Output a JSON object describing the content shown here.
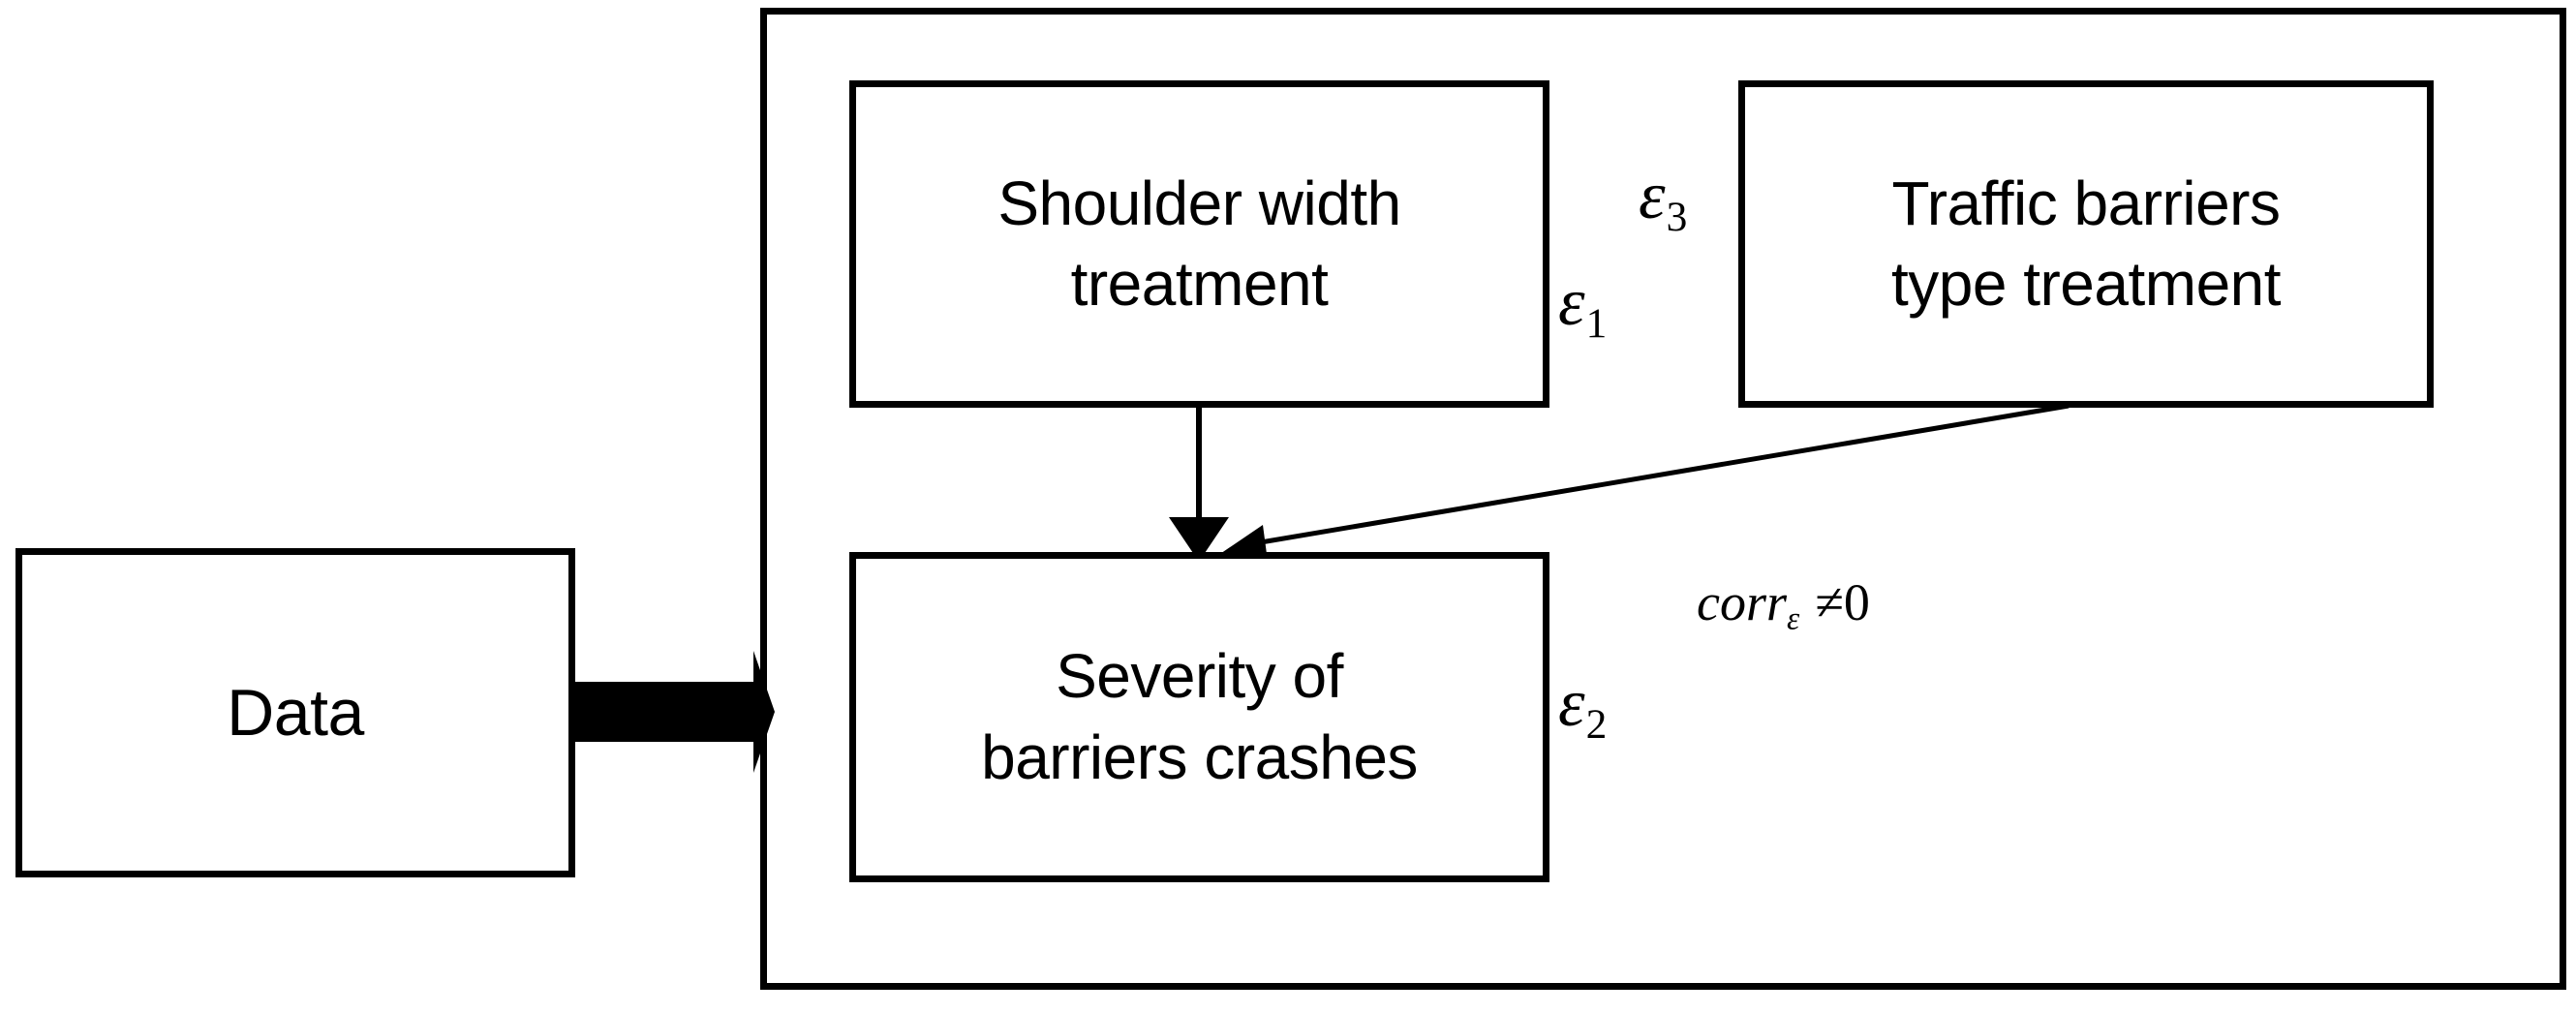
{
  "diagram": {
    "type": "path-diagram",
    "nodes": [
      {
        "id": "data",
        "label": "Data"
      },
      {
        "id": "shoulder",
        "label": "Shoulder width\ntreatment"
      },
      {
        "id": "traffic",
        "label": "Traffic barriers\ntype treatment"
      },
      {
        "id": "severity",
        "label": "Severity of\nbarriers crashes"
      }
    ],
    "error_terms": [
      {
        "id": "eps1",
        "symbol": "ε",
        "subscript": "1",
        "attached_to": "shoulder"
      },
      {
        "id": "eps2",
        "symbol": "ε",
        "subscript": "2",
        "attached_to": "severity"
      },
      {
        "id": "eps3",
        "symbol": "ε",
        "subscript": "3",
        "attached_to": "traffic"
      }
    ],
    "annotation": {
      "expression": "corr",
      "subscript": "ε",
      "relation": "≠0"
    },
    "edges": [
      {
        "from": "data",
        "to": "model-frame",
        "style": "block-arrow"
      },
      {
        "from": "shoulder",
        "to": "severity",
        "style": "thin-arrow-vertical"
      },
      {
        "from": "traffic",
        "to": "severity",
        "style": "thin-arrow-diagonal"
      }
    ],
    "colors": {
      "stroke": "#000000",
      "fill": "#ffffff"
    }
  }
}
